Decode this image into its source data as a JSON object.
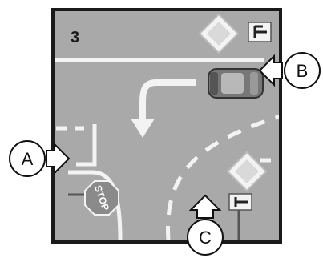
{
  "panel": {
    "number": "3"
  },
  "signs": {
    "stop_text": "STOP"
  },
  "callouts": {
    "a_label": "A",
    "b_label": "B",
    "c_label": "C"
  },
  "colors": {
    "road": "#a9a9a9",
    "frame": "#1a1a1a",
    "markings": "#f3f3f3",
    "stop_sign": "#8a8a8a",
    "car": "#777777"
  }
}
